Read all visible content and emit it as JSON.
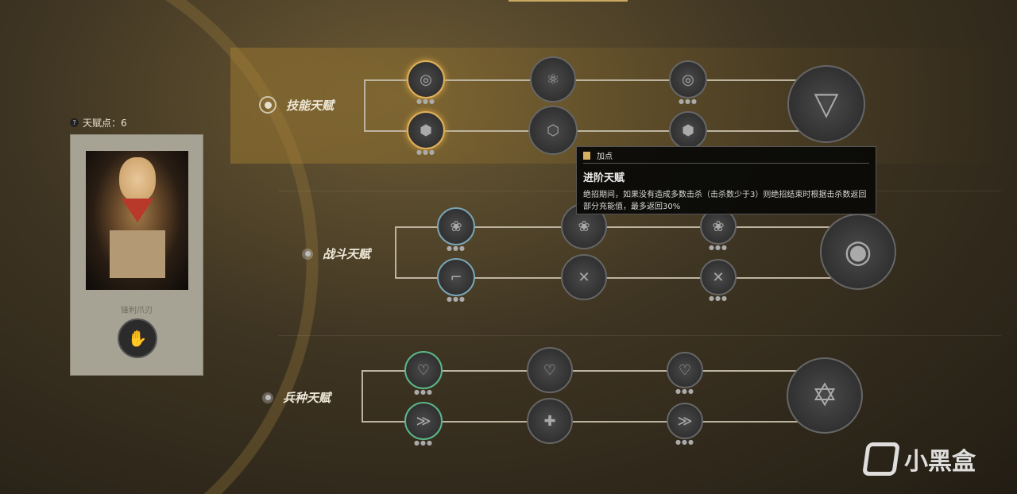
{
  "talent_points": {
    "label": "天赋点：6",
    "help_icon": "?"
  },
  "character": {
    "skill_name": "锋利爪刃",
    "skill_icon": "claw-icon"
  },
  "branches": [
    {
      "label": "技能天赋",
      "selected": true
    },
    {
      "label": "战斗天赋",
      "selected": false
    },
    {
      "label": "兵种天赋",
      "selected": false
    }
  ],
  "node_dots": "●●●",
  "tooltip": {
    "header": "加点",
    "title": "进阶天赋",
    "description": "绝招期间，如果没有造成多数击杀（击杀数少于3）则绝招结束时根据击杀数返回部分充能值，最多返回30%"
  },
  "watermark": "小黑盒",
  "colors": {
    "accent": "#e0b05a",
    "selected_ring": "#cfc6b0"
  }
}
